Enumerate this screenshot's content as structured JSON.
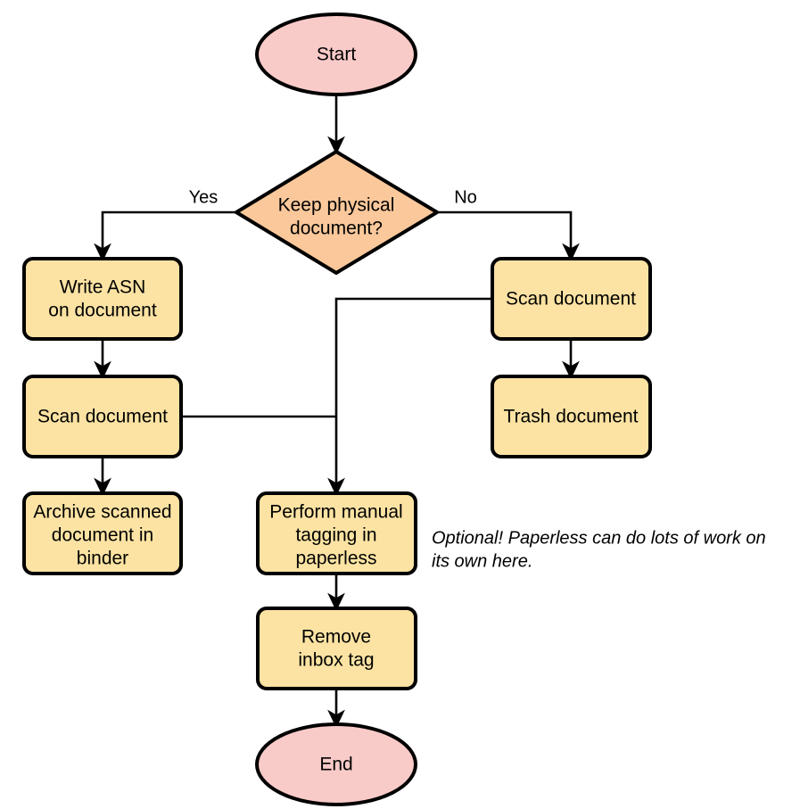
{
  "diagram": {
    "type": "flowchart",
    "orientation": "top-to-bottom",
    "background_color": "#ffffff",
    "palette": {
      "terminal_fill": "#f9cbc8",
      "decision_fill": "#fac89b",
      "process_fill": "#fce3a3",
      "stroke": "#000000",
      "text": "#000000"
    },
    "nodes": {
      "start": {
        "label": "Start",
        "shape": "ellipse",
        "fill": "#f9cbc8"
      },
      "decision": {
        "label_line1": "Keep physical",
        "label_line2": "document?",
        "shape": "diamond",
        "fill": "#fac89b"
      },
      "write_asn": {
        "label_line1": "Write ASN",
        "label_line2": "on document",
        "shape": "rounded-rect",
        "fill": "#fce3a3"
      },
      "scan_left": {
        "label": "Scan document",
        "shape": "rounded-rect",
        "fill": "#fce3a3"
      },
      "archive": {
        "label_line1": "Archive scanned",
        "label_line2": "document in",
        "label_line3": "binder",
        "shape": "rounded-rect",
        "fill": "#fce3a3"
      },
      "scan_right": {
        "label": "Scan document",
        "shape": "rounded-rect",
        "fill": "#fce3a3"
      },
      "trash": {
        "label": "Trash document",
        "shape": "rounded-rect",
        "fill": "#fce3a3"
      },
      "manual_tagging": {
        "label_line1": "Perform manual",
        "label_line2": "tagging in",
        "label_line3": "paperless",
        "shape": "rounded-rect",
        "fill": "#fce3a3"
      },
      "remove_inbox": {
        "label_line1": "Remove",
        "label_line2": "inbox tag",
        "shape": "rounded-rect",
        "fill": "#fce3a3"
      },
      "end": {
        "label": "End",
        "shape": "ellipse",
        "fill": "#f9cbc8"
      }
    },
    "edge_labels": {
      "yes": "Yes",
      "no": "No"
    },
    "annotation": {
      "line1": "Optional! Paperless can do lots of work on",
      "line2": "its own here."
    },
    "edges": [
      {
        "from": "start",
        "to": "decision",
        "label": ""
      },
      {
        "from": "decision",
        "to": "write_asn",
        "label": "Yes"
      },
      {
        "from": "decision",
        "to": "scan_right",
        "label": "No"
      },
      {
        "from": "write_asn",
        "to": "scan_left",
        "label": ""
      },
      {
        "from": "scan_left",
        "to": "archive",
        "label": ""
      },
      {
        "from": "scan_left",
        "to": "manual_tagging",
        "label": ""
      },
      {
        "from": "scan_right",
        "to": "trash",
        "label": ""
      },
      {
        "from": "scan_right",
        "to": "manual_tagging",
        "label": ""
      },
      {
        "from": "manual_tagging",
        "to": "remove_inbox",
        "label": ""
      },
      {
        "from": "remove_inbox",
        "to": "end",
        "label": ""
      }
    ]
  }
}
